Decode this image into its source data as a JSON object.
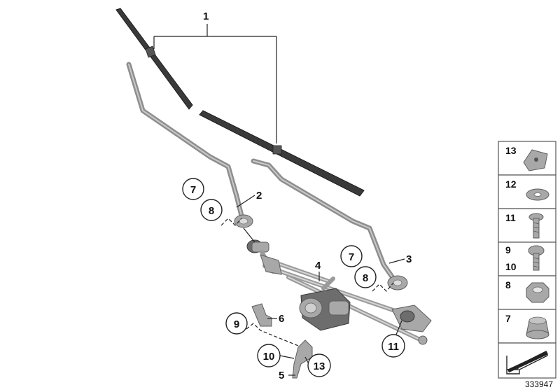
{
  "callouts": {
    "c1": "1",
    "c2": "2",
    "c3": "3",
    "c4": "4",
    "c5": "5",
    "c6": "6",
    "c7a": "7",
    "c8a": "8",
    "c7b": "7",
    "c8b": "8",
    "c9": "9",
    "c10": "10",
    "c11": "11",
    "c13": "13"
  },
  "panel": {
    "p13": "13",
    "p12": "12",
    "p11": "11",
    "p9": "9",
    "p10": "10",
    "p8": "8",
    "p7": "7"
  },
  "figure_id": "333947"
}
